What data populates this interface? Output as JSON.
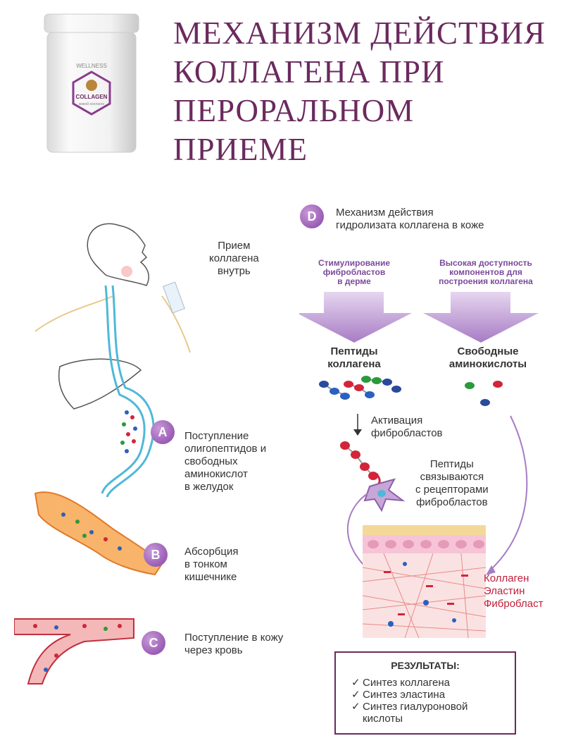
{
  "title_lines": [
    "Механизм действия",
    "коллагена при",
    "пероральном",
    "приеме"
  ],
  "product": {
    "brand": "WELLNESS",
    "name": "COLLAGEN",
    "subtitle": "живой коллаген"
  },
  "left": {
    "intake_label": [
      "Прием",
      "коллагена",
      "внутрь"
    ],
    "steps": [
      {
        "badge": "A",
        "text": [
          "Поступление",
          "олигопептидов и",
          "свободных",
          "аминокислот",
          "в желудок"
        ]
      },
      {
        "badge": "B",
        "text": [
          "Абсорбция",
          "в тонком",
          "кишечнике"
        ]
      },
      {
        "badge": "C",
        "text": [
          "Поступление в кожу",
          "через кровь"
        ]
      }
    ]
  },
  "right": {
    "badge": "D",
    "heading": [
      "Механизм действия",
      "гидролизата коллагена в коже"
    ],
    "col1_top": [
      "Стимулирование",
      "фибробластов",
      "в дерме"
    ],
    "col2_top": [
      "Высокая доступность",
      "компонентов для",
      "построения коллагена"
    ],
    "col1_head": [
      "Пептиды",
      "коллагена"
    ],
    "col2_head": [
      "Свободные",
      "аминокислоты"
    ],
    "activation": [
      "Активация",
      "фибробластов"
    ],
    "binding": [
      "Пептиды",
      "связываются",
      "с рецепторами",
      "фибробластов"
    ],
    "legend": [
      "Коллаген",
      "Эластин",
      "Фибробласт"
    ],
    "results_title": "РЕЗУЛЬТАТЫ:",
    "check_glyph": "✓",
    "results": [
      "Синтез коллагена",
      "Синтез эластина",
      "Синтез гиалуроновой",
      "кислоты"
    ]
  },
  "colors": {
    "accent": "#6b2a5e",
    "badge": "#9a5cb4",
    "arrow": "#a77cc4",
    "collagen_red": "#d2253a",
    "digestive_blue": "#4fb8d8"
  }
}
